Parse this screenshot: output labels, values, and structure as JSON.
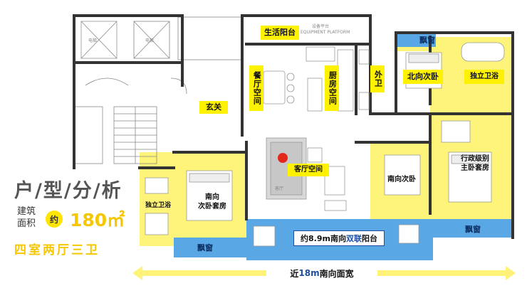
{
  "rooms": {
    "living_balcony": "生活阳台",
    "dining": "餐厅空间",
    "kitchen": "厨房空间",
    "guest_bath": "外卫",
    "north_bedroom": "北向次卧",
    "ensuite_bath_right": "独立卫浴",
    "entrance": "玄关",
    "living_room": "客厅空间",
    "south_bedroom": "南向次卧",
    "master_suite": "行政级别\n主卧套房",
    "ensuite_bath_left": "独立卫浴",
    "south_suite": "南向\n次卧套房"
  },
  "bay_windows": {
    "top": "飘窗",
    "bottom_left": "飘窗",
    "bottom_right": "飘窗"
  },
  "balcony": {
    "prefix": "约8.9m南向",
    "highlight": "双联",
    "suffix": "阳台"
  },
  "plan_small_labels": {
    "elevator_1": "电梯",
    "elevator_2": "电梯",
    "equipment_platform": "设备平台",
    "equipment_platform_en": "EQUIPMENT PLATFORM",
    "living_small": "客厅"
  },
  "summary": {
    "title": "户/型/分/析",
    "area_label_1": "建筑",
    "area_label_2": "面积",
    "approx": "约",
    "area_value": "180㎡",
    "features": "四室两厅三卫",
    "width_prefix": "近",
    "width_value": "18m",
    "width_suffix": "南向面宽"
  },
  "colors": {
    "highlight_yellow": "#fff200",
    "suite_yellow": "#fff47a",
    "balcony_blue": "#5aa7e6",
    "arrow_yellow": "#fff279"
  }
}
